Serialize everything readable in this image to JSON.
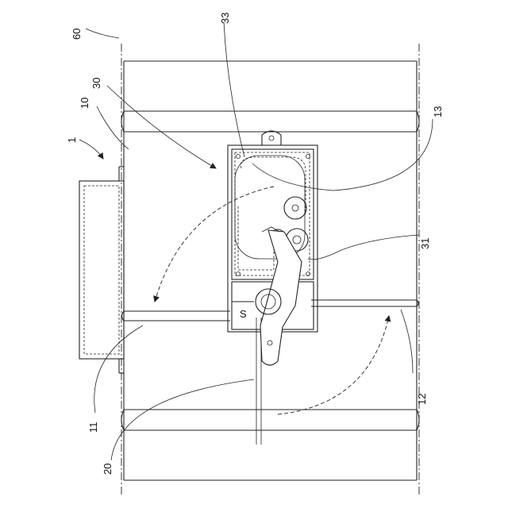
{
  "figure": {
    "reference_numerals": {
      "r1": "1",
      "r10": "10",
      "r11": "11",
      "r12": "12",
      "r13": "13",
      "r20": "20",
      "r30": "30",
      "r31": "31",
      "r33": "33",
      "r60": "60"
    },
    "component_marking": "S"
  }
}
